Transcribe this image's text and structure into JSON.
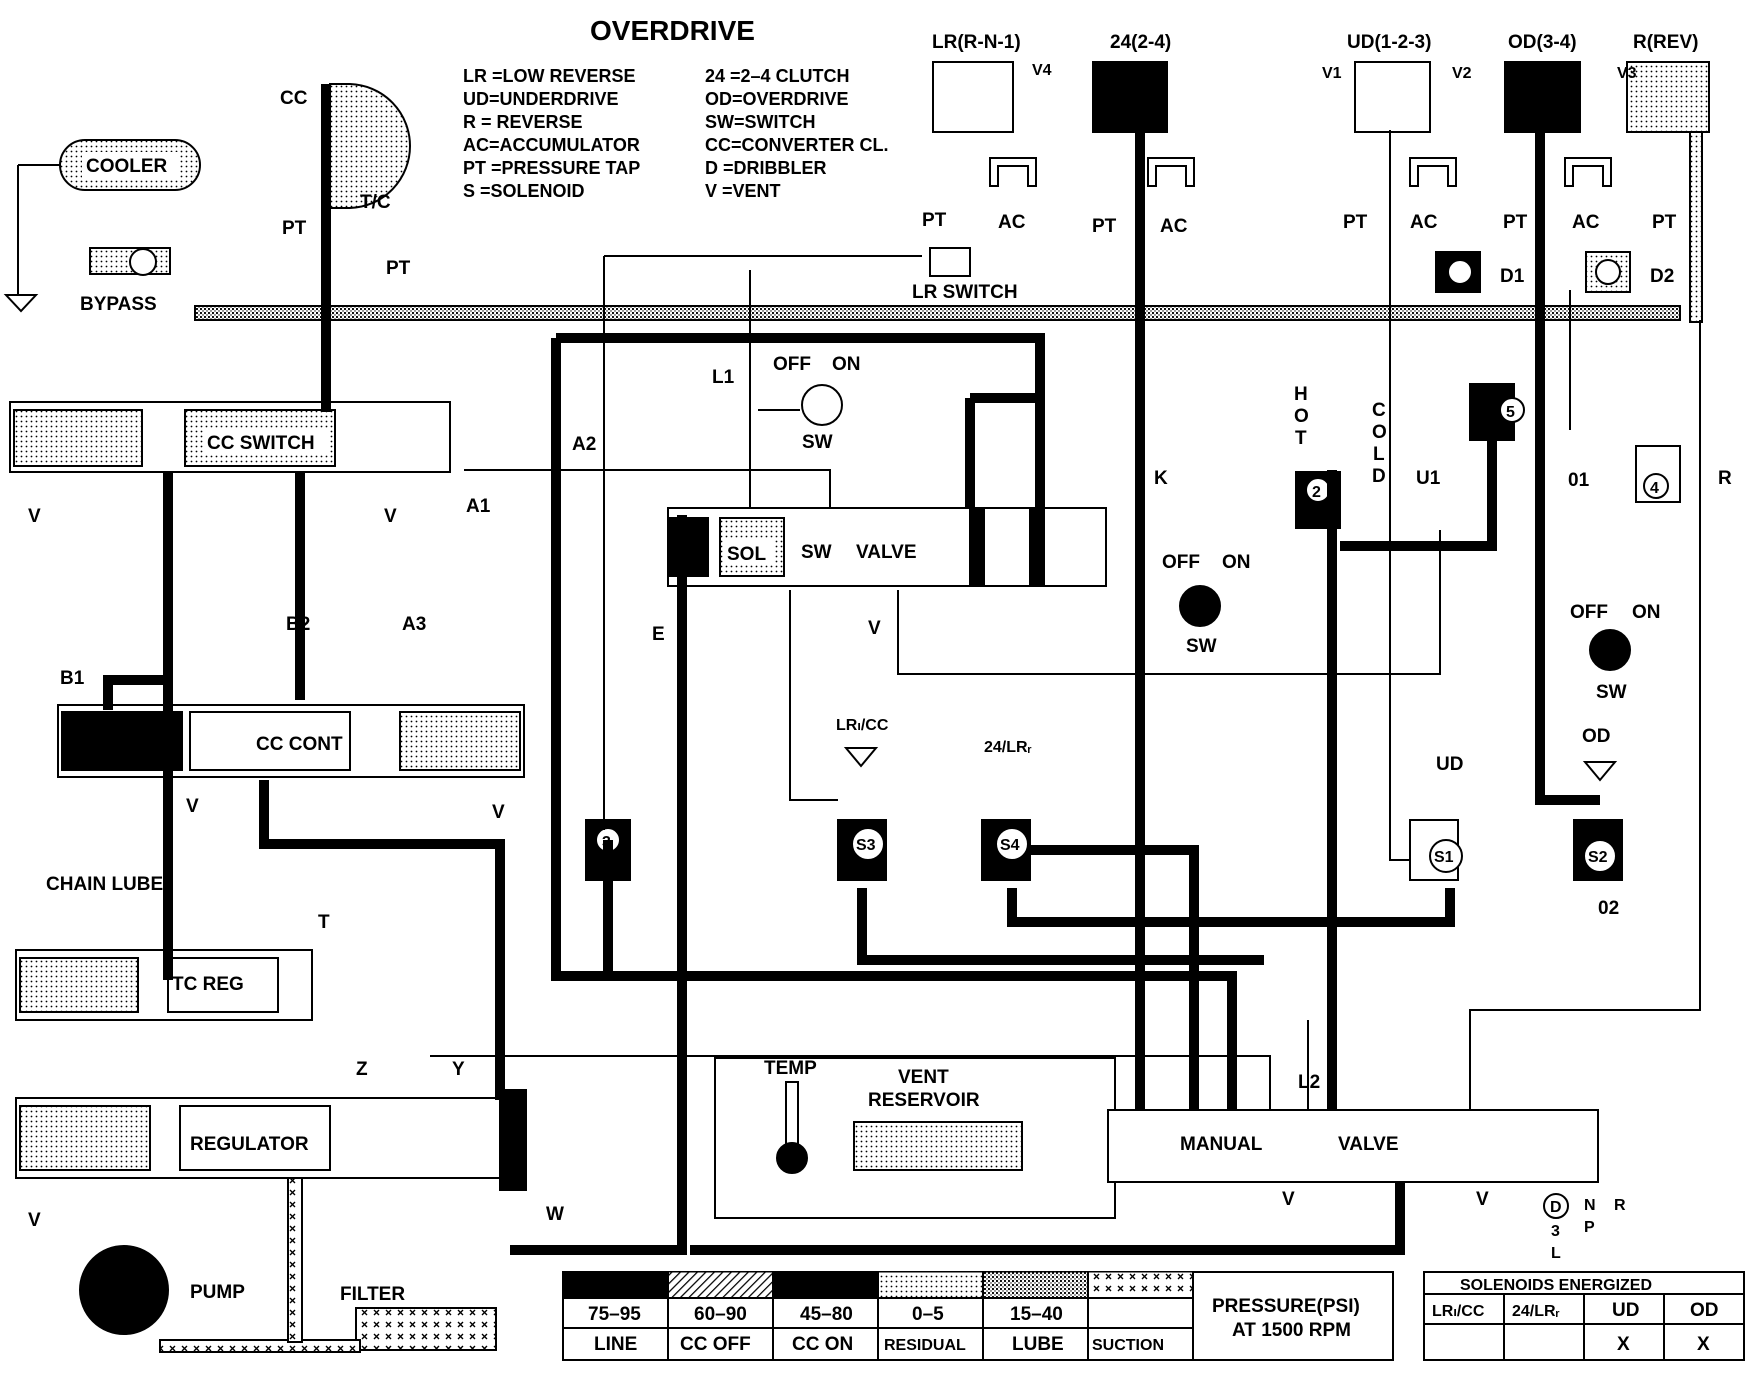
{
  "title": "OVERDRIVE",
  "legend_abbrev": [
    "LR =LOW REVERSE",
    "UD=UNDERDRIVE",
    "R  = REVERSE",
    "AC=ACCUMULATOR",
    "PT =PRESSURE TAP",
    "S   =SOLENOID",
    "24  =2–4 CLUTCH",
    "OD=OVERDRIVE",
    "SW=SWITCH",
    "CC=CONVERTER CL.",
    "D   =DRIBBLER",
    "V   =VENT"
  ],
  "clutches": {
    "lr": "LR(R-N-1)",
    "c24": "24(2-4)",
    "ud": "UD(1-2-3)",
    "od": "OD(3-4)",
    "rev": "R(REV)"
  },
  "labels": {
    "cooler": "COOLER",
    "bypass": "BYPASS",
    "cc": "CC",
    "tc": "T/C",
    "pt": "PT",
    "ac": "AC",
    "cc_switch": "CC SWITCH",
    "cc_cont": "CC CONT",
    "tc_reg": "TC REG",
    "regulator": "REGULATOR",
    "pump": "PUMP",
    "filter": "FILTER",
    "chain_lube": "CHAIN LUBE",
    "lr_switch": "LR SWITCH",
    "sol": "SOL",
    "sw": "SW",
    "valve": "VALVE",
    "manual": "MANUAL",
    "temp": "TEMP",
    "vent_reservoir_1": "VENT",
    "vent_reservoir_2": "RESERVOIR",
    "off": "OFF",
    "on": "ON",
    "hot": "HOT",
    "cold": "COLD",
    "v": "V",
    "v1": "V1",
    "v2": "V2",
    "v3": "V3",
    "v4": "V4",
    "d1": "D1",
    "d2": "D2",
    "a1": "A1",
    "a2": "A2",
    "a3": "A3",
    "b1": "B1",
    "b2": "B2",
    "l1": "L1",
    "l2": "L2",
    "k": "K",
    "e": "E",
    "u1": "U1",
    "o1": "01",
    "o2": "02",
    "r": "R",
    "t": "T",
    "w": "W",
    "y": "Y",
    "z": "Z",
    "s1": "S1",
    "s2": "S2",
    "s3": "S3",
    "s4": "S4",
    "sol_lrcc": "LRₗ/CC",
    "sol_24lr": "24/LRᵣ",
    "sol_ud": "UD",
    "sol_od": "OD",
    "n2": "2",
    "n3": "3",
    "n4": "4",
    "n5": "5",
    "gear_d": "D",
    "gear_3": "3",
    "gear_l": "L",
    "gear_n": "N",
    "gear_p": "P",
    "gear_r": "R"
  },
  "pressure_legend": {
    "title_1": "PRESSURE(PSI)",
    "title_2": "AT 1500 RPM",
    "items": [
      {
        "range": "75–95",
        "name": "LINE"
      },
      {
        "range": "60–90",
        "name": "CC OFF"
      },
      {
        "range": "45–80",
        "name": "CC ON"
      },
      {
        "range": "0–5",
        "name": "RESIDUAL"
      },
      {
        "range": "15–40",
        "name": "LUBE"
      },
      {
        "range": "",
        "name": "SUCTION"
      }
    ]
  },
  "solenoids_table": {
    "title": "SOLENOIDS ENERGIZED",
    "headers": [
      "LRₗ/CC",
      "24/LRᵣ",
      "UD",
      "OD"
    ],
    "values": [
      "",
      "",
      "X",
      "X"
    ]
  }
}
